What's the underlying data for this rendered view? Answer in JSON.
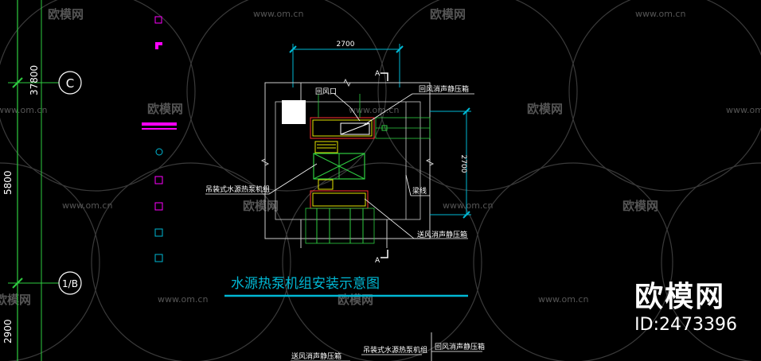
{
  "drawing": {
    "title": "水源热泵机组安装示意图",
    "dims": {
      "top_width": "2700",
      "right_height": "2700",
      "left_upper": "37800",
      "left_mid": "5800",
      "left_lower": "2900"
    },
    "grid_axes": {
      "upper": "C",
      "lower": "1/B"
    },
    "section_mark": "A",
    "labels": {
      "return_port": "回风口",
      "return_box": "回风消声静压箱",
      "unit_hanging": "吊装式水源热泵机组",
      "beam_line": "梁线",
      "supply_box": "送风消声静压箱",
      "bottom_supply_box": "送风消声静压箱",
      "bottom_unit": "吊装式水源热泵机组",
      "bottom_return_box": "回风消声静压箱"
    }
  },
  "watermark": {
    "brand": "欧模网",
    "site": "www.om.cn"
  },
  "badge": {
    "brand": "欧模网",
    "id": "ID:2473396"
  },
  "colors": {
    "background": "#000000",
    "cyan": "#00b8d4",
    "green": "#2ecc40",
    "yellow": "#e5e500",
    "magenta": "#ff00ff",
    "white": "#ffffff",
    "red": "#ff3030"
  }
}
